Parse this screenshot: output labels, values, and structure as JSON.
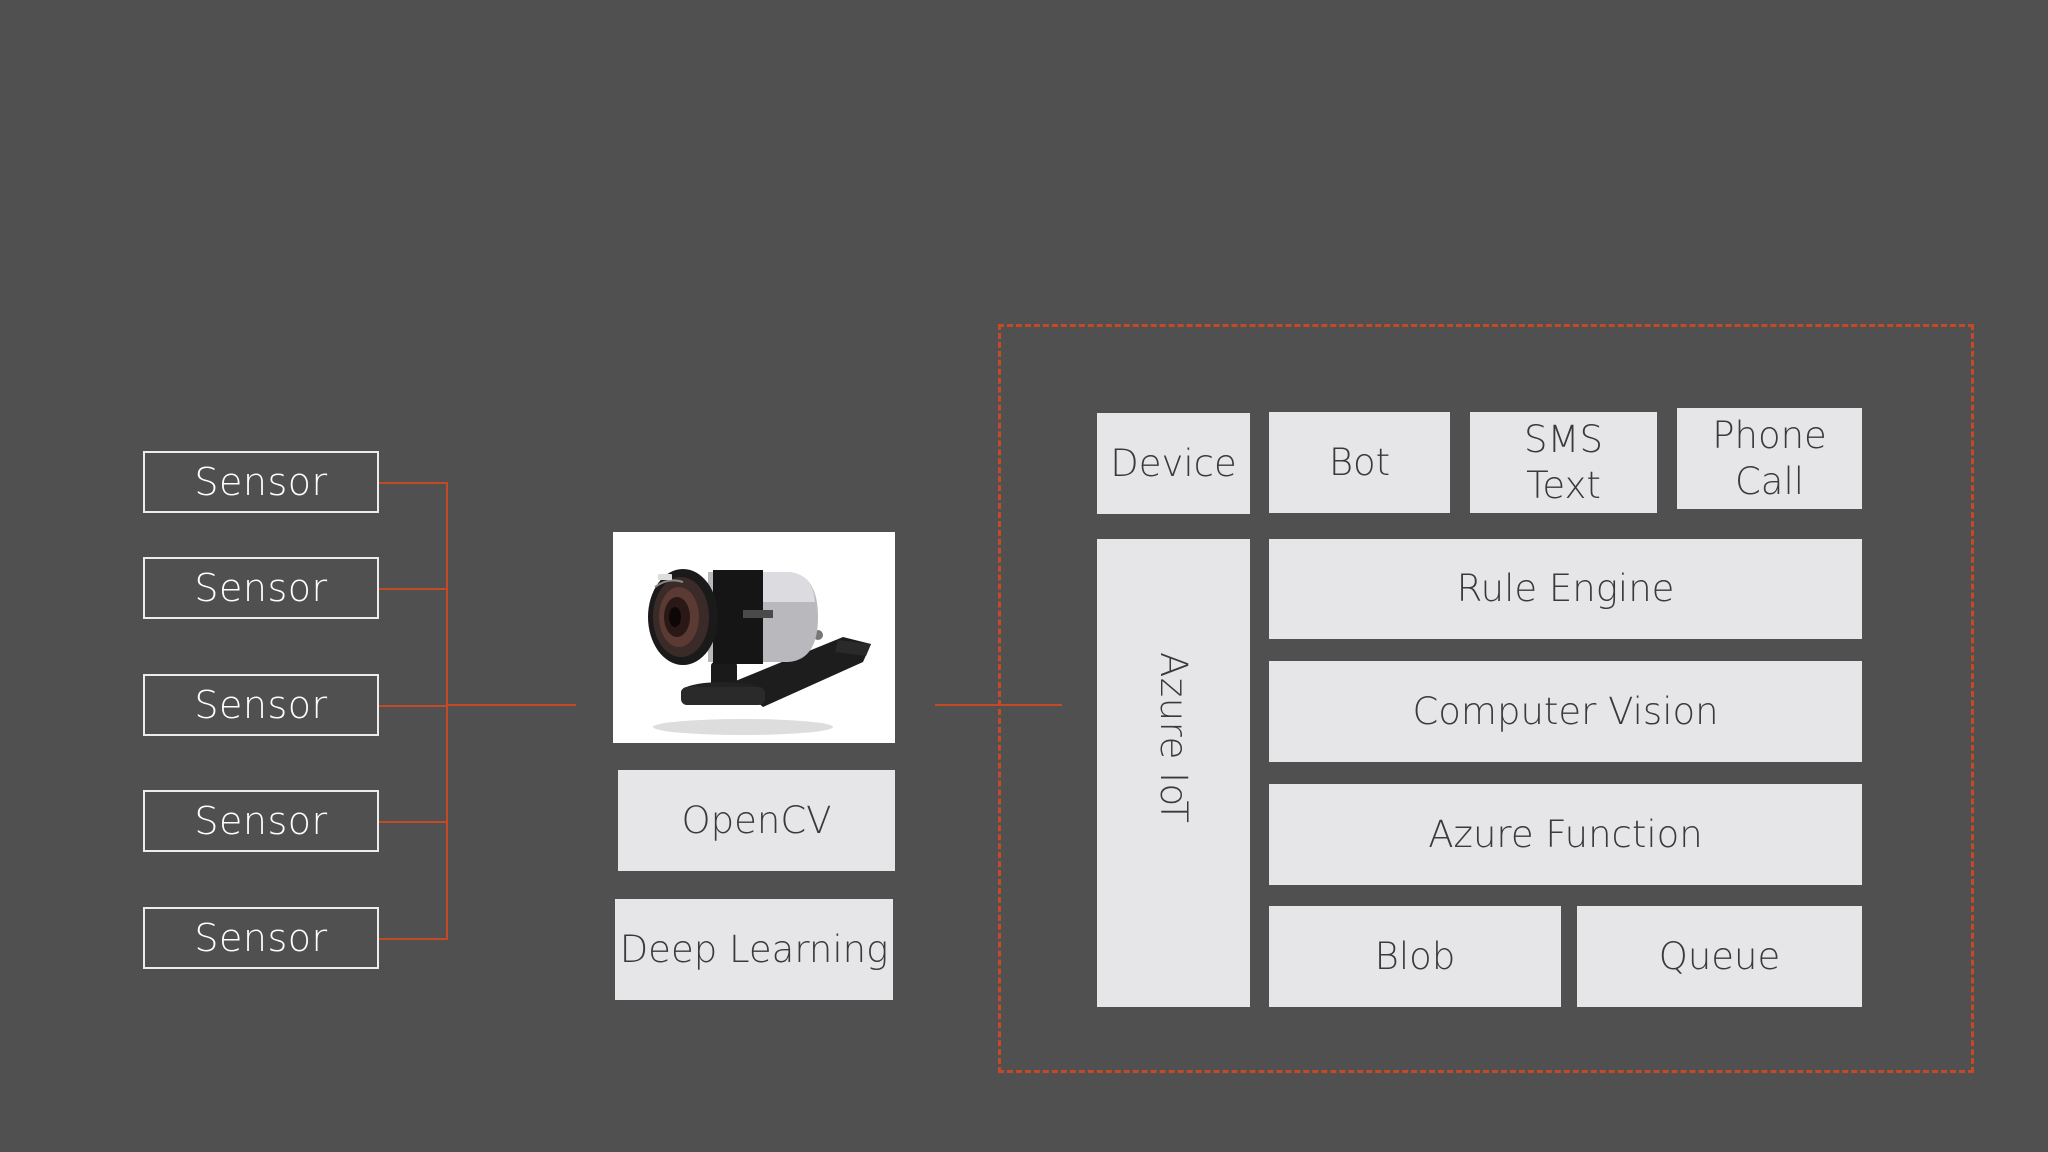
{
  "sensors": [
    "Sensor",
    "Sensor",
    "Sensor",
    "Sensor",
    "Sensor"
  ],
  "edge": {
    "camera_icon": "webcam-image",
    "libraries": [
      "OpenCV",
      "Deep Learning"
    ]
  },
  "cloud": {
    "outputs": [
      {
        "label": "Device"
      },
      {
        "label": "Bot"
      },
      {
        "label": "SMS\nText"
      },
      {
        "label": "Phone\nCall"
      }
    ],
    "hub": "Azure IoT",
    "services": [
      "Rule Engine",
      "Computer Vision",
      "Azure Function"
    ],
    "storage": [
      "Blob",
      "Queue"
    ]
  },
  "colors": {
    "background": "#505050",
    "accent_line": "#c44a27",
    "box_fill": "#e6e5e8",
    "sensor_border": "#ececec"
  }
}
